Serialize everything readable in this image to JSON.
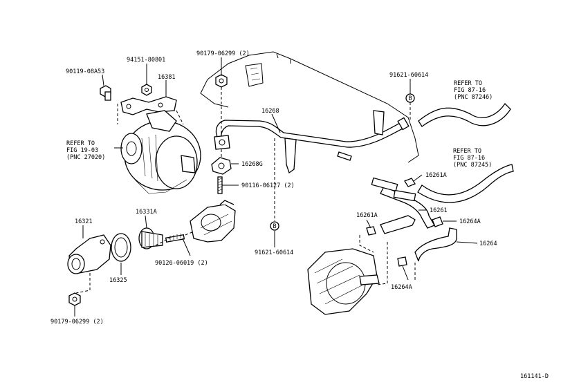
{
  "diagram": {
    "labels": {
      "p90179_06299_top": "90179-06299 (2)",
      "p94151_80801": "94151-80801",
      "p90119_08A53": "90119-08A53",
      "p16381": "16381",
      "p91621_60614_top": "91621-60614",
      "ref_top_1": "REFER TO",
      "ref_top_2": "FIG 87-16",
      "ref_top_3": "(PNC 87246)",
      "p16268": "16268",
      "ref_left_1": "REFER TO",
      "ref_left_2": "FIG 19-03",
      "ref_left_3": "(PNC 27020)",
      "p16268G": "16268G",
      "ref_mid_1": "REFER TO",
      "ref_mid_2": "FIG 87-16",
      "ref_mid_3": "(PNC 87245)",
      "p16261A_1": "16261A",
      "p90116_06127": "90116-06127 (2)",
      "p16261": "16261",
      "p16331A": "16331A",
      "p16321": "16321",
      "p16261A_2": "16261A",
      "p16264A_1": "16264A",
      "p16264": "16264",
      "p90126_06019": "90126-06019 (2)",
      "p91621_60614_bot": "91621-60614",
      "p16325": "16325",
      "p16264A_2": "16264A",
      "p90179_06299_bot": "90179-06299 (2)",
      "figure_code": "161141-D",
      "callout_B": "B"
    }
  }
}
